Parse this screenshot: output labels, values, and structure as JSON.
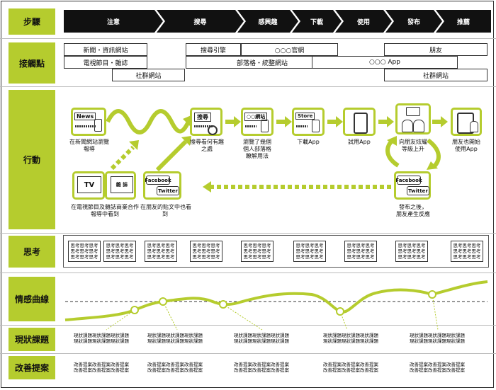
{
  "rows": {
    "steps": "步驟",
    "touchpoints": "接觸點",
    "actions": "行動",
    "thoughts": "思考",
    "emotion": "情感曲線",
    "issues": "現狀課題",
    "improvements": "改善提案"
  },
  "steps": [
    "注意",
    "搜尋",
    "感興趣",
    "下載",
    "使用",
    "發布",
    "推薦"
  ],
  "touchpoints": {
    "news_sites": "新聞・資訊網站",
    "tv_magazine": "電視節目・雜誌",
    "social_1": "社群網站",
    "search_engine": "搜尋引擎",
    "official_site": "○○○官網",
    "blogs_reviews": "部落格・統整網站",
    "app": "○○○ App",
    "friends": "朋友",
    "social_2": "社群網站"
  },
  "actions": {
    "news_tag": "News",
    "news_caption": "在新聞網站瀏覽\n報導",
    "tv_tag": "TV",
    "magazine_tag": "雜 誌",
    "tv_caption": "在電視節目及雜誌商業合作\n報導中看到",
    "social_fb": "Facebook",
    "social_tw": "Twitter",
    "social_caption": "在朋友的貼文中也看\n到",
    "search_tag": "搜尋",
    "search_caption": "搜尋看何有趣\n之處",
    "site_tag": "○○網站",
    "site_caption": "瀏覽了幾個\n個人部落格\n瞭解用法",
    "store_tag": "Store",
    "store_caption": "下載App",
    "try_caption": "試用App",
    "share_caption": "向朋友炫耀\n等級上升",
    "friend_caption": "朋友也開始\n使用App",
    "post_fb": "Facebook",
    "post_tw": "Twitter",
    "post_caption": "發布之後，\n朋友產生反應"
  },
  "thought_text": "思考思考思考\n思考思考思考\n思考思考思考",
  "issue_text": "現狀課題現狀課題現狀課題\n現狀課題現狀課題現狀課題",
  "improve_text": "改善提案改善提案改善提案\n改善提案改善提案改善提案",
  "colors": {
    "accent": "#b5cc2e",
    "dark": "#111111"
  }
}
